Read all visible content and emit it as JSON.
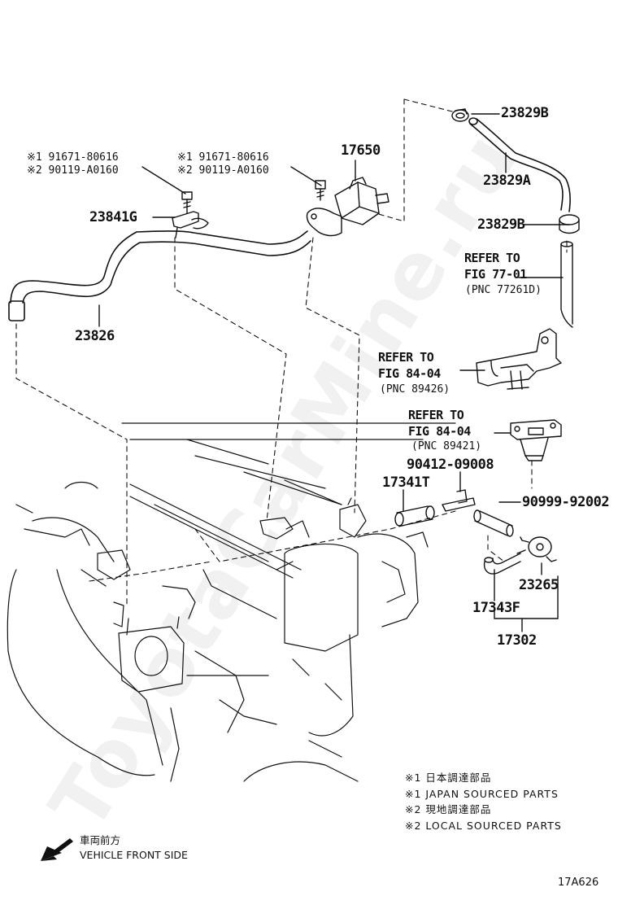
{
  "watermark": "ToyotaCarMine.ru",
  "labels": {
    "bolt_left_line1": "※1 91671-80616",
    "bolt_left_line2": "※2 90119-A0160",
    "bolt_right_line1": "※1 91671-80616",
    "bolt_right_line2": "※2 90119-A0160",
    "p17650": "17650",
    "p23829B_top": "23829B",
    "p23829A": "23829A",
    "p23829B_bottom": "23829B",
    "p23841G": "23841G",
    "p23826": "23826",
    "ref1_line1": "REFER TO",
    "ref1_line2": "FIG 77-01",
    "ref1_line3": "(PNC 77261D)",
    "ref2_line1": "REFER TO",
    "ref2_line2": "FIG 84-04",
    "ref2_line3": "(PNC 89426)",
    "ref3_line1": "REFER TO",
    "ref3_line2": "FIG 84-04",
    "ref3_line3": "(PNC 89421)",
    "p90412": "90412-09008",
    "p17341T": "17341T",
    "p90999": "90999-92002",
    "p23265": "23265",
    "p17343F": "17343F",
    "p17302": "17302"
  },
  "legend": [
    "※1 日本調達部品",
    "※1 JAPAN SOURCED PARTS",
    "※2 現地調達部品",
    "※2 LOCAL SOURCED PARTS"
  ],
  "front": {
    "jp": "車両前方",
    "en": "VEHICLE FRONT SIDE"
  },
  "figure_id": "17A626"
}
